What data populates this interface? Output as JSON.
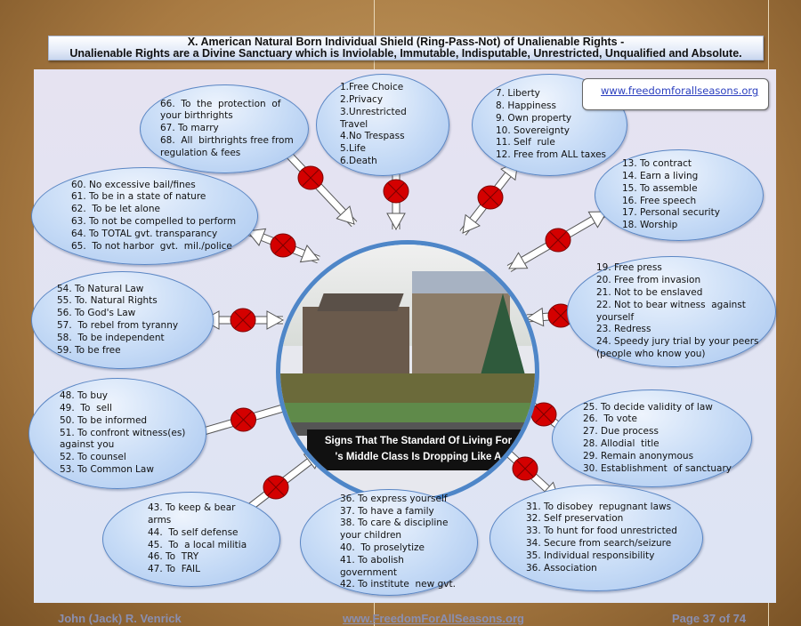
{
  "header": {
    "line1": "X. American Natural Born Individual Shield (Ring-Pass-Not) of Unalienable Rights -",
    "line2": "Unalienable Rights are a Divine Sanctuary which is Inviolable, Immutable, Indisputable, Unrestricted, Unqualified and Absolute."
  },
  "website_banner": "www.freedomforallseasons.org",
  "center": {
    "caption_line1": "Signs That The Standard Of Living For",
    "caption_line2": "'s Middle Class Is Dropping Like A"
  },
  "groups": [
    {
      "id": "66-68",
      "items": [
        "66.  To  the  protection  of your birthrights",
        "67. To marry",
        "68.  All  birthrights free from regulation & fees"
      ]
    },
    {
      "id": "1-6",
      "items": [
        "1.Free Choice",
        "2.Privacy",
        "3.Unrestricted Travel",
        "4.No Trespass",
        "5.Life",
        "6.Death"
      ]
    },
    {
      "id": "7-12",
      "items": [
        "7. Liberty",
        "8. Happiness",
        "9. Own property",
        "10. Sovereignty",
        "11. Self  rule",
        "12. Free from ALL taxes"
      ]
    },
    {
      "id": "13-18",
      "items": [
        "13. To contract",
        "14. Earn a living",
        "15. To assemble",
        "16. Free speech",
        "17. Personal security",
        "18. Worship"
      ]
    },
    {
      "id": "19-24",
      "items": [
        "19. Free press",
        "20. Free from invasion",
        "21. Not to be enslaved",
        "22. Not to bear witness  against yourself",
        "23. Redress",
        "24. Speedy jury trial by your peers (people who know you)"
      ]
    },
    {
      "id": "25-30",
      "items": [
        "25. To decide validity of law",
        "26.  To vote",
        "27. Due process",
        "28. Allodial  title",
        "29. Remain anonymous",
        "30. Establishment  of sanctuary"
      ]
    },
    {
      "id": "31-36",
      "items": [
        "31. To disobey  repugnant laws",
        "32. Self preservation",
        "33. To hunt for food unrestricted",
        "34. Secure from search/seizure",
        "35. Individual responsibility",
        "36. Association"
      ]
    },
    {
      "id": "36-42",
      "items": [
        "36. To express yourself",
        "37. To have a family",
        "38. To care & discipline your children",
        "40.  To proselytize",
        "41. To abolish government",
        "42. To institute  new gvt."
      ]
    },
    {
      "id": "43-47",
      "items": [
        "43. To keep & bear arms",
        "44.  To self defense",
        "45.  To  a local militia",
        "46. To  TRY",
        "47. To  FAIL"
      ]
    },
    {
      "id": "48-53",
      "items": [
        "48. To buy",
        "49.  To  sell",
        "50. To be informed",
        "51. To confront witness(es)  against you",
        "52. To counsel",
        "53. To Common Law"
      ]
    },
    {
      "id": "54-59",
      "items": [
        "54. To Natural Law",
        "55. To. Natural Rights",
        "56. To God's Law",
        "57.  To rebel from tyranny",
        "58.  To be independent",
        "59. To be free"
      ]
    },
    {
      "id": "60-65",
      "items": [
        "60. No excessive bail/fines",
        "61. To be in a state of nature",
        "62.  To be let alone",
        "63. To not be compelled to perform",
        "64. To TOTAL gvt. transparancy",
        "65.  To not harbor  gvt.  mil./police"
      ]
    }
  ],
  "footer": {
    "author": "John (Jack) R. Venrick",
    "site": "www.FreedomForAllSeasons.org",
    "page": "Page 37 of 74"
  },
  "colors": {
    "ring": "#4e86c8",
    "ball": "#d40000",
    "ellipse": "#c6dbf6"
  }
}
